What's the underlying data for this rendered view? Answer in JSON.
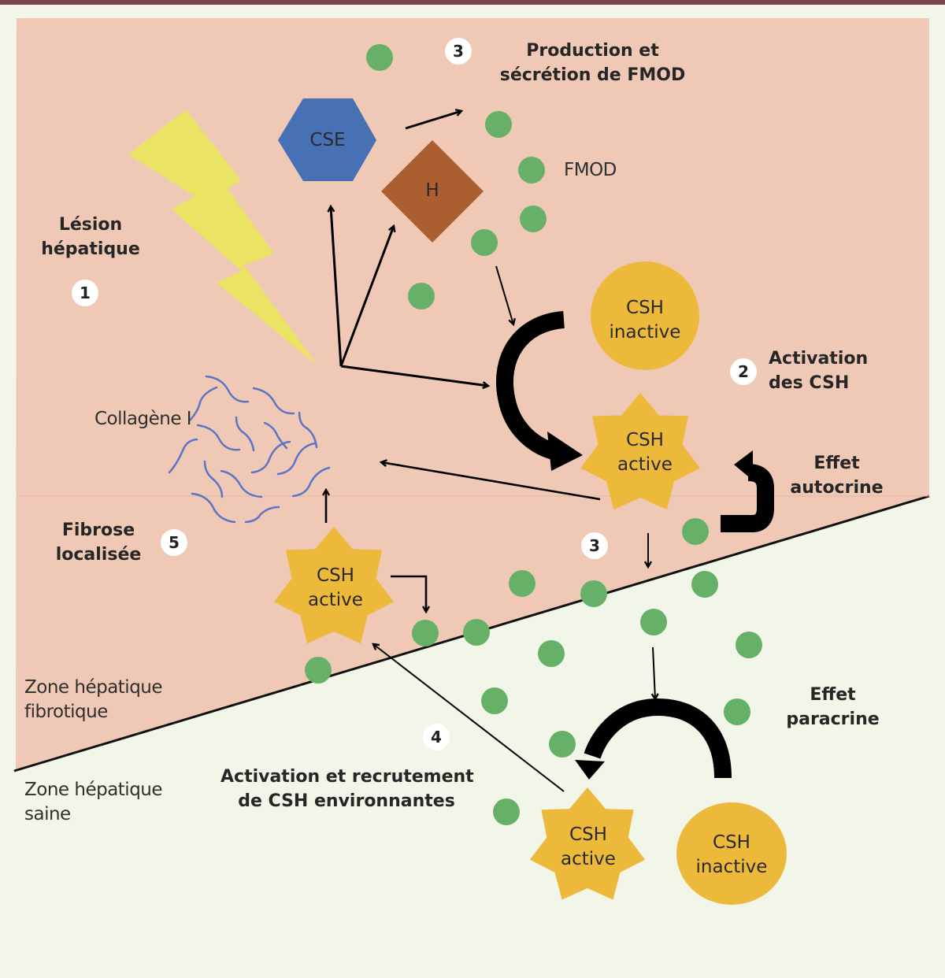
{
  "colors": {
    "top_bar": "#7b4350",
    "healthy_zone": "#f1f6e8",
    "fibrotic_zone": "#efc9b6",
    "cse": "#4871b5",
    "hepatocyte": "#ac5e30",
    "csh": "#ecb93b",
    "fmod": "#66b068",
    "lightning": "#eae363",
    "collagen": "#5c74c4",
    "arrow": "#000000"
  },
  "steps": {
    "step1": {
      "number": "1",
      "title_lines": [
        "Lésion",
        "hépatique"
      ]
    },
    "step2": {
      "number": "2",
      "title_lines": [
        "Activation",
        "des CSH"
      ]
    },
    "step3_top": {
      "number": "3",
      "title_lines": [
        "Production et",
        "sécrétion de FMOD"
      ]
    },
    "step3_mid": {
      "number": "3"
    },
    "step4": {
      "number": "4",
      "title_lines": [
        "Activation et recrutement",
        "de CSH environnantes"
      ]
    },
    "step5": {
      "number": "5",
      "title_lines": [
        "Fibrose",
        "localisée"
      ]
    }
  },
  "cells": {
    "cse": "CSE",
    "hepatocyte": "H",
    "csh_inactive_top": [
      "CSH",
      "inactive"
    ],
    "csh_active_center": [
      "CSH",
      "active"
    ],
    "csh_active_left": [
      "CSH",
      "active"
    ],
    "csh_active_bottom": [
      "CSH",
      "active"
    ],
    "csh_inactive_bottom": [
      "CSH",
      "inactive"
    ]
  },
  "labels": {
    "fmod": "FMOD",
    "collagen": "Collagène I",
    "autocrine": [
      "Effet",
      "autocrine"
    ],
    "paracrine": [
      "Effet",
      "paracrine"
    ],
    "zone_fibrotic": [
      "Zone hépatique",
      "fibrotique"
    ],
    "zone_healthy": [
      "Zone hépatique",
      "saine"
    ]
  }
}
